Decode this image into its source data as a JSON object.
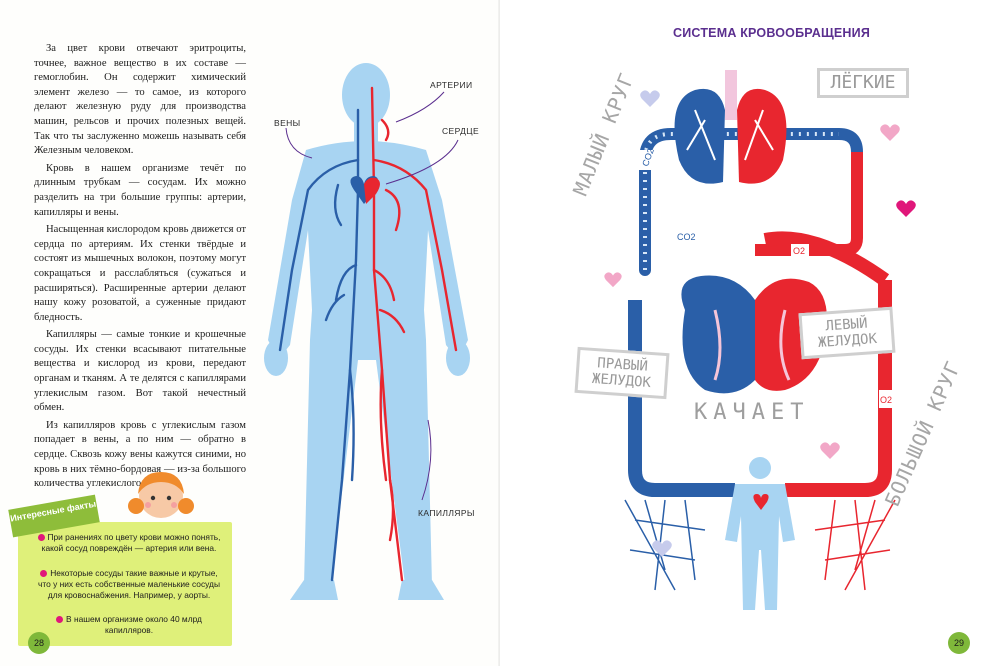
{
  "left_page": {
    "paragraphs": [
      "За цвет крови отвечают эритроциты, точнее, важное вещество в их составе — гемоглобин. Он содержит химический элемент железо — то самое, из которого делают железную руду для производства машин, рельсов и прочих полезных вещей. Так что ты заслуженно можешь называть себя Железным человеком.",
      "Кровь в нашем организме течёт по длинным трубкам — сосудам. Их можно разделить на три большие группы: артерии, капилляры и вены.",
      "Насыщенная кислородом кровь движется от сердца по артериям. Их стенки твёрдые и состоят из мышечных волокон, поэтому могут сокращаться и расслабляться (сужаться и расширяться). Расширенные артерии делают нашу кожу розоватой, а суженные придают бледность.",
      "Капилляры — самые тонкие и крошечные сосуды. Их стенки всасывают питательные вещества и кислород из крови, передают органам и тканям. А те делятся с капиллярами углекислым газом. Вот такой нечестный обмен.",
      "Из капилляров кровь с углекислым газом попадает в вены, а по ним — обратно в сердце. Сквозь кожу вены кажутся синими, но кровь в них тёмно-бордовая — из-за большого количества углекислого газа."
    ],
    "labels": {
      "veins": "ВЕНЫ",
      "arteries": "АРТЕРИИ",
      "heart": "СЕРДЦЕ",
      "capillaries": "КАПИЛЛЯРЫ"
    },
    "facts": {
      "title": "Интересные факты",
      "items": [
        "При ранениях по цвету крови можно понять, какой сосуд повреждён — артерия или вена.",
        "Некоторые сосуды такие важные и крутые, что у них есть собственные маленькие сосуды для кровоснабжения. Например, у аорты.",
        "В нашем организме около 40 млрд капилляров."
      ]
    },
    "page_number": "28"
  },
  "right_page": {
    "title": "СИСТЕМА КРОВООБРАЩЕНИЯ",
    "tags": {
      "lungs": "ЛЁГКИЕ",
      "left_ventricle": "ЛЕВЫЙ ЖЕЛУДОК",
      "right_ventricle": "ПРАВЫЙ ЖЕЛУДОК"
    },
    "pumps": "КАЧАЕТ",
    "small_circle": "МАЛЫЙ КРУГ",
    "big_circle": "БОЛЬШОЙ КРУГ",
    "gas_co2": "CO2",
    "gas_o2": "O2",
    "page_number": "29"
  },
  "colors": {
    "artery_red": "#e8262f",
    "vein_blue": "#2a5fa8",
    "body_blue": "#a8d4f2",
    "facts_green": "#dff07a",
    "title_purple": "#5b2f8f",
    "accent_pink": "#e0177a"
  }
}
